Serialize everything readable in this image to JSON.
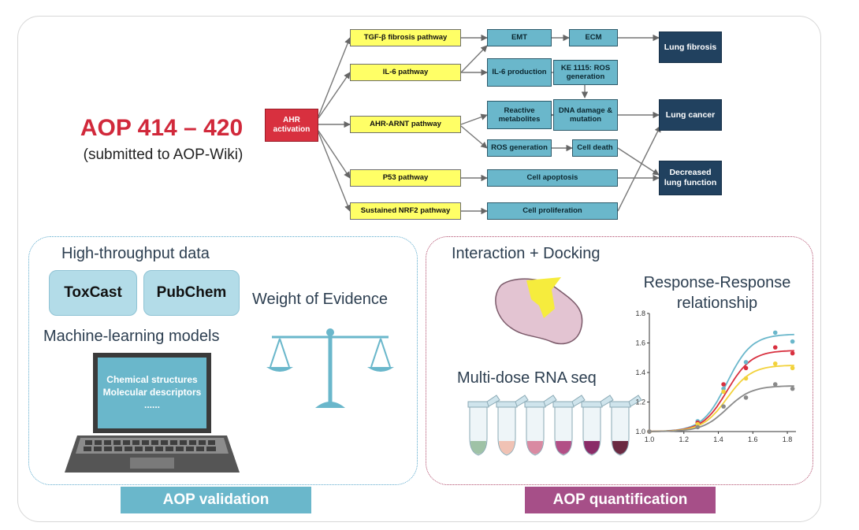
{
  "header": {
    "title": "AOP 414 – 420",
    "subtitle": "(submitted to AOP-Wiki)"
  },
  "flow": {
    "start": "AHR activation",
    "pathways": [
      "TGF-β fibrosis pathway",
      "IL-6 pathway",
      "AHR-ARNT pathway",
      "P53 pathway",
      "Sustained NRF2 pathway"
    ],
    "events": {
      "emt": "EMT",
      "ecm": "ECM",
      "il6": "IL-6 production",
      "ke1115": "KE 1115: ROS generation",
      "reactive": "Reactive metabolites",
      "dna": "DNA damage & mutation",
      "ros": "ROS generation",
      "death": "Cell death",
      "apoptosis": "Cell apoptosis",
      "proliferation": "Cell proliferation"
    },
    "outcomes": [
      "Lung fibrosis",
      "Lung cancer",
      "Decreased lung function"
    ]
  },
  "validation": {
    "hts": "High-throughput data",
    "toxcast": "ToxCast",
    "pubchem": "PubChem",
    "ml": "Machine-learning models",
    "screen_line1": "Chemical structures",
    "screen_line2": "Molecular descriptors",
    "screen_line3": "......",
    "woe": "Weight of Evidence",
    "banner": "AOP validation"
  },
  "quantification": {
    "docking": "Interaction + Docking",
    "rnaseq": "Multi-dose RNA seq",
    "rr_line1": "Response-Response",
    "rr_line2": "relationship",
    "banner": "AOP quantification"
  },
  "colors": {
    "validation_banner": "#6ab7cb",
    "quantification_banner": "#a64f88",
    "validation_border": "#5aa9cc",
    "quantification_border": "#b04a6a"
  },
  "chart_data": {
    "type": "scatter",
    "x_ticks": [
      "1.0",
      "1.2",
      "1.4",
      "1.6",
      "1.8"
    ],
    "y_ticks": [
      "1.0",
      "1.2",
      "1.4",
      "1.6",
      "1.8"
    ],
    "xlim": [
      1.0,
      1.85
    ],
    "ylim": [
      1.0,
      1.8
    ],
    "series": [
      {
        "color": "#6ab7cb",
        "x": [
          1.0,
          1.28,
          1.43,
          1.56,
          1.73,
          1.83
        ],
        "y": [
          1.0,
          1.07,
          1.29,
          1.47,
          1.67,
          1.61
        ]
      },
      {
        "color": "#d8303f",
        "x": [
          1.0,
          1.28,
          1.43,
          1.56,
          1.73,
          1.83
        ],
        "y": [
          1.0,
          1.06,
          1.32,
          1.43,
          1.57,
          1.53
        ]
      },
      {
        "color": "#f2d23c",
        "x": [
          1.0,
          1.28,
          1.43,
          1.56,
          1.73,
          1.83
        ],
        "y": [
          1.0,
          1.05,
          1.27,
          1.36,
          1.46,
          1.43
        ]
      },
      {
        "color": "#8a8a8a",
        "x": [
          1.0,
          1.28,
          1.43,
          1.56,
          1.73,
          1.83
        ],
        "y": [
          1.0,
          1.03,
          1.17,
          1.23,
          1.32,
          1.29
        ]
      }
    ],
    "curves": [
      {
        "color": "#6ab7cb",
        "top": 1.66
      },
      {
        "color": "#d8303f",
        "top": 1.55
      },
      {
        "color": "#f2d23c",
        "top": 1.45
      },
      {
        "color": "#8a8a8a",
        "top": 1.31
      }
    ]
  }
}
